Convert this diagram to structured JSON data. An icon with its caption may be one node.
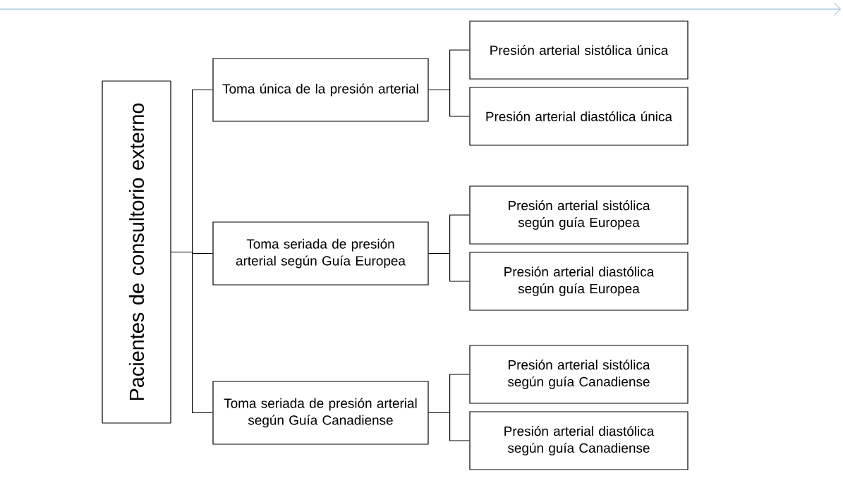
{
  "diagram": {
    "nodes": [
      {
        "text": [
          "Pacientes de consultorio externo"
        ]
      },
      {
        "text": [
          "Toma única de la presión arterial"
        ]
      },
      {
        "text": [
          "Presión arterial sistólica única"
        ]
      },
      {
        "text": [
          "Presión arterial diastólica única"
        ]
      },
      {
        "text": [
          "Toma seriada de presión arterial según Guía Europea"
        ]
      },
      {
        "text": [
          "Presión arterial sistólica según guía Europea"
        ]
      },
      {
        "text": [
          "Presión arterial diastólica según guía Europea"
        ]
      },
      {
        "text": [
          "Toma seriada de presión arterial según Guía Canadiense"
        ]
      },
      {
        "text": [
          "Presión arterial sistólica según guía Canadiense"
        ]
      },
      {
        "text": [
          "Presión arterial diastólica según guía Canadiense"
        ]
      }
    ],
    "edges": [
      {
        "from": 0,
        "to": 1,
        "arrow": "none"
      },
      {
        "from": 0,
        "to": 4,
        "arrow": "none"
      },
      {
        "from": 0,
        "to": 7,
        "arrow": "none"
      },
      {
        "from": 1,
        "to": 2,
        "arrow": "none"
      },
      {
        "from": 1,
        "to": 3,
        "arrow": "none"
      },
      {
        "from": 4,
        "to": 5,
        "arrow": "none"
      },
      {
        "from": 4,
        "to": 6,
        "arrow": "none"
      },
      {
        "from": 7,
        "to": 8,
        "arrow": "none"
      },
      {
        "from": 7,
        "to": 9,
        "arrow": "none"
      }
    ]
  }
}
